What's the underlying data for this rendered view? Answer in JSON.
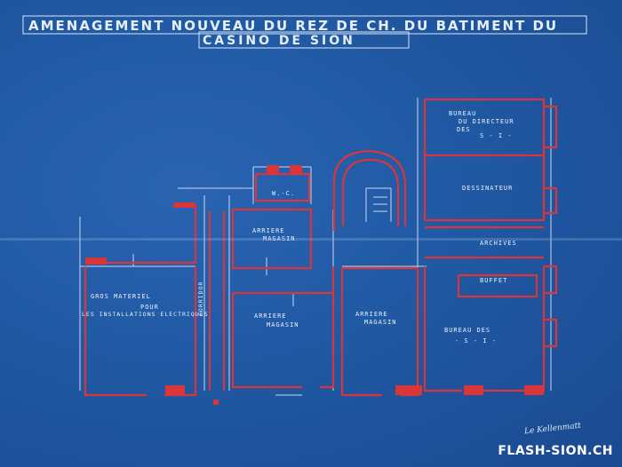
{
  "title": {
    "line1": "AMENAGEMENT NOUVEAU DU REZ DE CH. DU BATIMENT DU",
    "line2": "CASINO DE SION"
  },
  "rooms": {
    "bureau_directeur_1": "BUREAU",
    "bureau_directeur_2": "DU DIRECTEUR",
    "bureau_directeur_3": "DES",
    "bureau_directeur_4": "S - I -",
    "dessinateur": "DESSINATEUR",
    "archives": "ARCHIVES",
    "buffet": "BUFFET",
    "wc": "W.-C.",
    "arriere_magasin_1a": "ARRIERE",
    "arriere_magasin_1b": "MAGASIN",
    "arriere_magasin_2a": "ARRIERE",
    "arriere_magasin_2b": "MAGASIN",
    "arriere_magasin_3a": "ARRIERE",
    "arriere_magasin_3b": "MAGASIN",
    "gros_materiel_1": "GROS MATERIEL",
    "gros_materiel_2": "POUR",
    "gros_materiel_3": "LES INSTALLATIONS ELECTRIQUES",
    "corridor": "CORRIDOR",
    "bureau_si_1": "BUREAU DES",
    "bureau_si_2": "- S - I -"
  },
  "signature": "Le Kellenmatt",
  "watermark": "FLASH-SION.CH",
  "colors": {
    "paper": "#1f4f96",
    "wall_red": "#d8363a",
    "line_white": "#e6eef9"
  }
}
